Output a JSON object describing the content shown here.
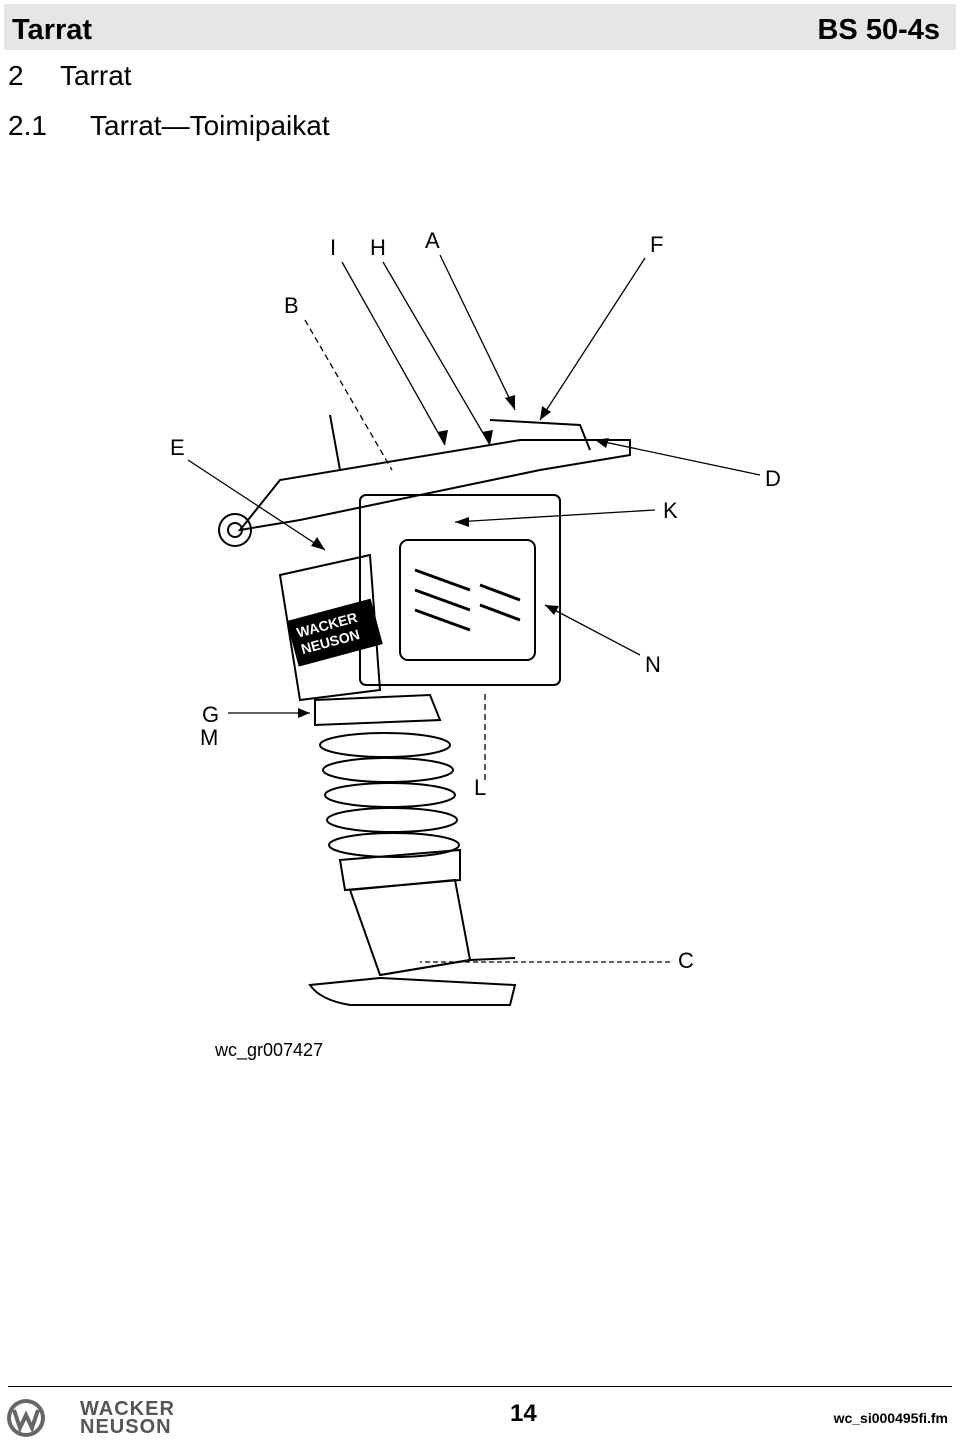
{
  "header": {
    "section": "Tarrat",
    "model": "BS 50-4s"
  },
  "headings": [
    {
      "num": "2",
      "title": "Tarrat"
    },
    {
      "num": "2.1",
      "title": "Tarrat—Toimipaikat"
    }
  ],
  "figure": {
    "callouts": [
      "I",
      "H",
      "A",
      "F",
      "B",
      "E",
      "D",
      "K",
      "N",
      "G",
      "M",
      "L",
      "C"
    ],
    "brand_on_machine": [
      "WACKER",
      "NEUSON"
    ],
    "code": "wc_gr007427"
  },
  "footer": {
    "brand": [
      "WACKER",
      "NEUSON"
    ],
    "page": "14",
    "file": "wc_si000495fi.fm"
  }
}
